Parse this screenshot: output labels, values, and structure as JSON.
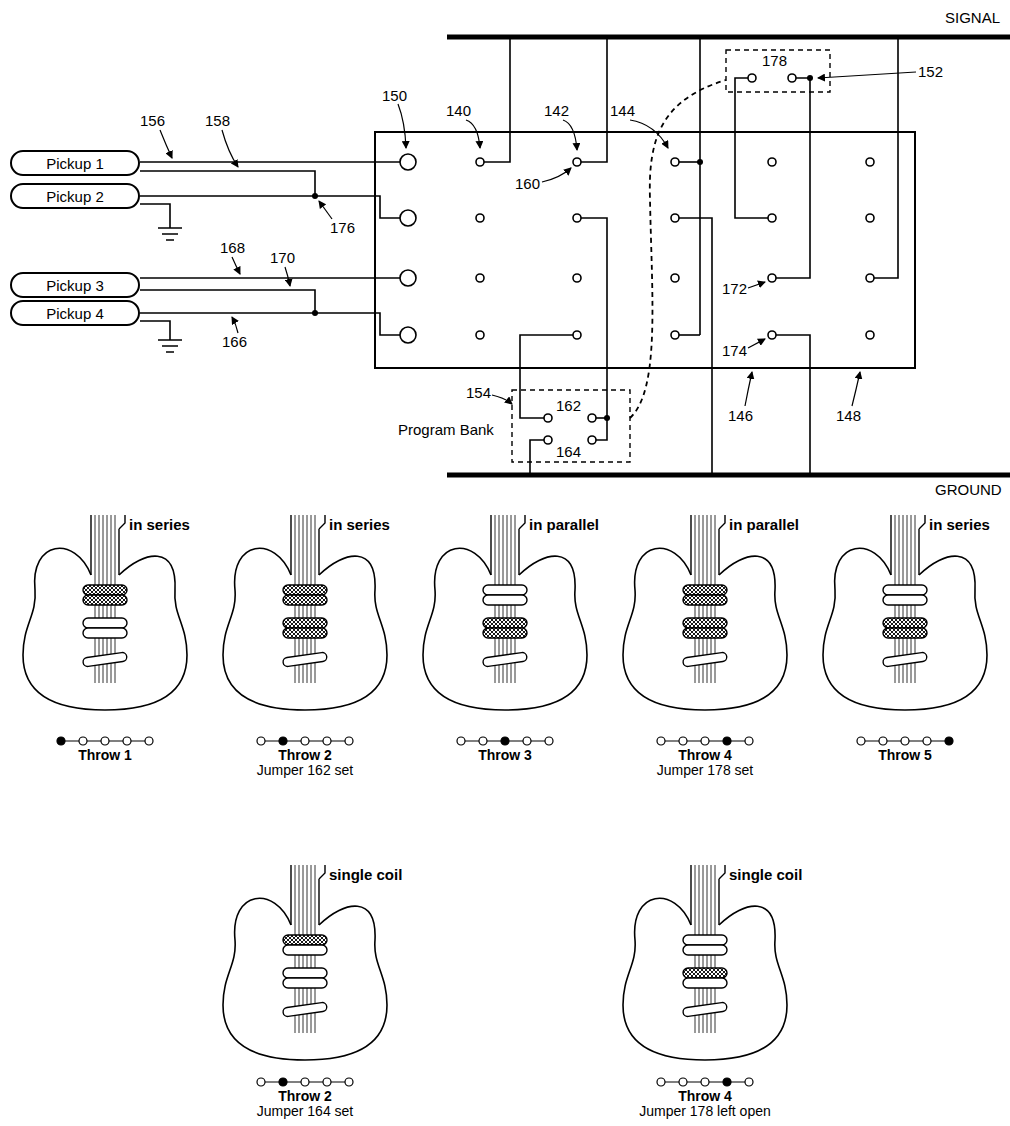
{
  "diagram": {
    "nodes": [
      {
        "text": [
          "Pickup 1"
        ]
      },
      {
        "text": [
          "Pickup 2"
        ]
      },
      {
        "text": [
          "Pickup 3"
        ]
      },
      {
        "text": [
          "Pickup 4"
        ]
      }
    ],
    "labels": [
      "SIGNAL",
      "GROUND",
      "140",
      "142",
      "144",
      "178",
      "152",
      "150",
      "156",
      "158",
      "160",
      "176",
      "168",
      "170",
      "166",
      "172",
      "174",
      "146",
      "148",
      "154",
      "Program Bank",
      "162",
      "164",
      "in series",
      "Throw 1",
      "in series",
      "Throw 2",
      "Jumper 162 set",
      "in parallel",
      "Throw 3",
      "in parallel",
      "Throw 4",
      "Jumper 178 set",
      "in series",
      "Throw 5",
      "single coil",
      "Throw 2",
      "Jumper 164 set",
      "single coil",
      "Throw 4",
      "Jumper 178 left open"
    ]
  }
}
